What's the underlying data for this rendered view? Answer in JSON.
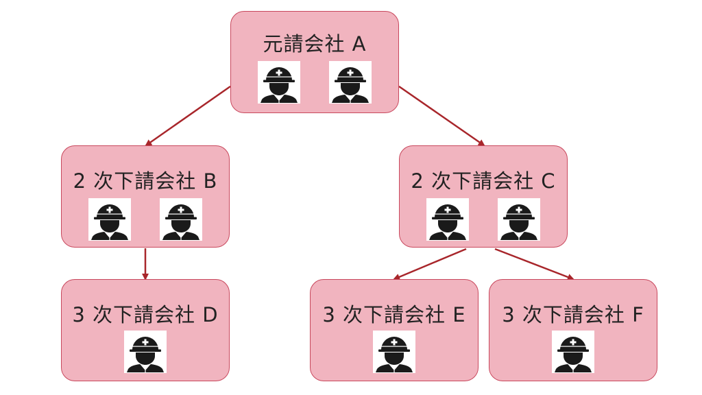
{
  "companies": [
    {
      "id": "a",
      "label": "元請会社 A",
      "workers": 2
    },
    {
      "id": "b",
      "label": "2 次下請会社 B",
      "workers": 2
    },
    {
      "id": "c",
      "label": "2 次下請会社 C",
      "workers": 2
    },
    {
      "id": "d",
      "label": "3 次下請会社 D",
      "workers": 1
    },
    {
      "id": "e",
      "label": "3 次下請会社 E",
      "workers": 1
    },
    {
      "id": "f",
      "label": "3 次下請会社 F",
      "workers": 1
    }
  ],
  "links": [
    {
      "from": "a",
      "to": "b"
    },
    {
      "from": "a",
      "to": "c"
    },
    {
      "from": "b",
      "to": "d"
    },
    {
      "from": "c",
      "to": "e"
    },
    {
      "from": "c",
      "to": "f"
    }
  ],
  "colors": {
    "box_fill": "#f1b4bf",
    "box_border": "#c8475c",
    "arrow": "#a8262b"
  },
  "icon": "construction-worker-helmet-icon"
}
